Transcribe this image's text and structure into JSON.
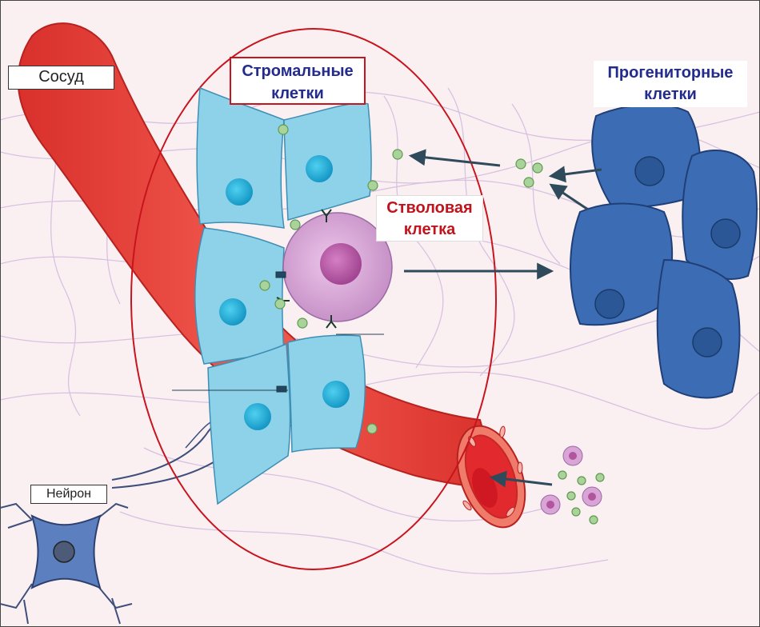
{
  "labels": {
    "vessel": "Сосуд",
    "neuron": "Нейрон",
    "stromal_cells": [
      "Стромальные",
      "клетки"
    ],
    "progenitor_cells": [
      "Прогениторные",
      "клетки"
    ],
    "stem_cell": [
      "Стволовая",
      "клетка"
    ]
  },
  "colors": {
    "vessel": "#e8403a",
    "stromal_cell": "#8ed2ea",
    "stromal_nucleus": "#1fa9d4",
    "stem_cell": "#d9a5d6",
    "stem_nucleus": "#b0559e",
    "progenitor_cell": "#3c6db4",
    "neuron": "#5b7fbf",
    "niche_outline": "#c8141e",
    "signal_particle": "#a9d39a",
    "arrow": "#2f4a5a"
  }
}
